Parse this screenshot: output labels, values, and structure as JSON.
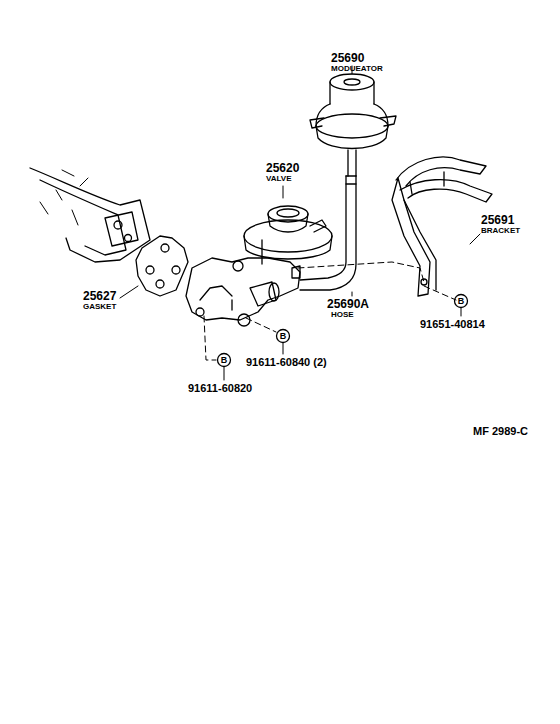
{
  "diagram": {
    "labels": [
      "25690",
      "MODUEATOR",
      "25620",
      "VALVE",
      "25691",
      "BRACKET",
      "25627",
      "GASKET",
      "25690A",
      "HOSE",
      "B",
      "91651-40814",
      "B",
      "91611-60840 (2)",
      "B",
      "91611-60820",
      "MF 2989-C"
    ]
  }
}
